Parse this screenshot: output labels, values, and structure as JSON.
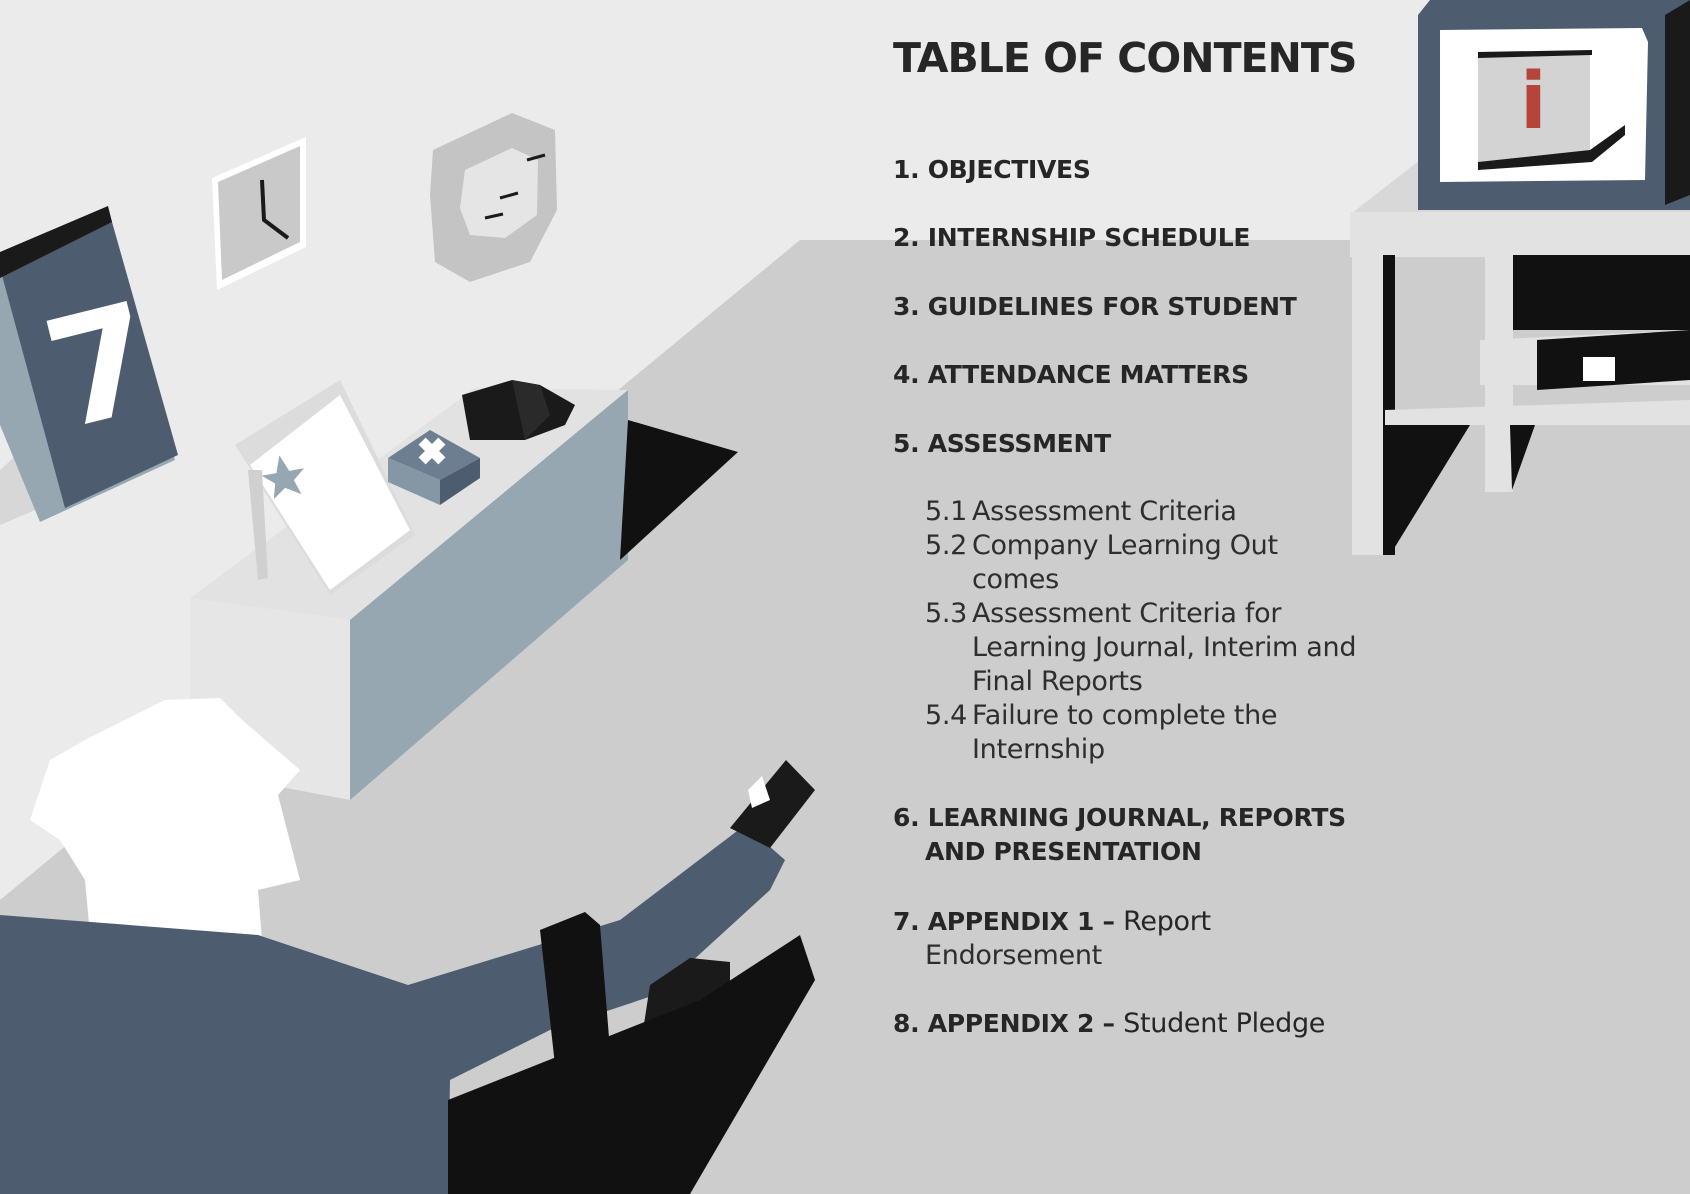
{
  "title": "TABLE OF CONTENTS",
  "items": [
    {
      "number": "1.",
      "label": "OBJECTIVES"
    },
    {
      "number": "2.",
      "label": "INTERNSHIP SCHEDULE"
    },
    {
      "number": "3.",
      "label": "GUIDELINES FOR STUDENT"
    },
    {
      "number": "4.",
      "label": "ATTENDANCE MATTERS"
    },
    {
      "number": "5.",
      "label": "ASSESSMENT",
      "subitems": [
        {
          "number": "5.1",
          "lines": [
            "Assessment Criteria"
          ]
        },
        {
          "number": "5.2",
          "lines": [
            "Company Learning Out",
            "comes"
          ]
        },
        {
          "number": "5.3",
          "lines": [
            "Assessment Criteria for",
            "Learning Journal, Interim and",
            "Final Reports"
          ]
        },
        {
          "number": "5.4",
          "lines": [
            "Failure to complete the",
            "Internship"
          ]
        }
      ]
    },
    {
      "number": "6.",
      "label_lines": [
        "LEARNING JOURNAL, REPORTS",
        "AND PRESENTATION"
      ]
    },
    {
      "number": "7.",
      "label": "APPENDIX 1 –",
      "rest_lines": [
        "Report",
        "Endorsement"
      ]
    },
    {
      "number": "8.",
      "label": "APPENDIX 2 –",
      "rest": "Student Pledge"
    }
  ],
  "illustration": {
    "calendar_number": "7",
    "info_screen_letter": "i",
    "colors": {
      "wall": "#ebebeb",
      "floor": "#cdcdcd",
      "slate": "#4d5d6f",
      "dark": "#1a1a1a",
      "light_blue": "#96a7b2",
      "accent_red": "#b5453a"
    }
  }
}
